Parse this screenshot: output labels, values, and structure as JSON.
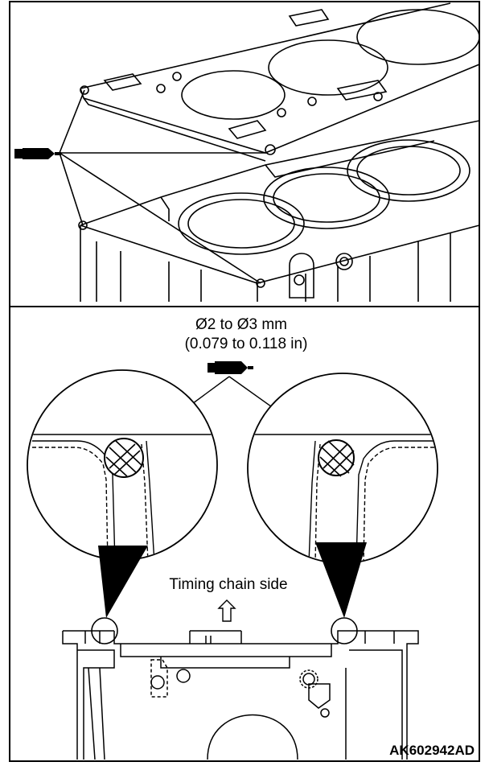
{
  "figure": {
    "top_panel": {
      "description_icon": "sealant-tube-icon"
    },
    "bottom_panel": {
      "bead_size_line1": "Ø2 to Ø3 mm",
      "bead_size_line2": "(0.079 to 0.118 in)",
      "direction_label": "Timing chain side",
      "direction_icon": "up-arrow-icon",
      "sealant_icon": "sealant-tube-icon"
    },
    "figure_code": "AK602942AD"
  }
}
